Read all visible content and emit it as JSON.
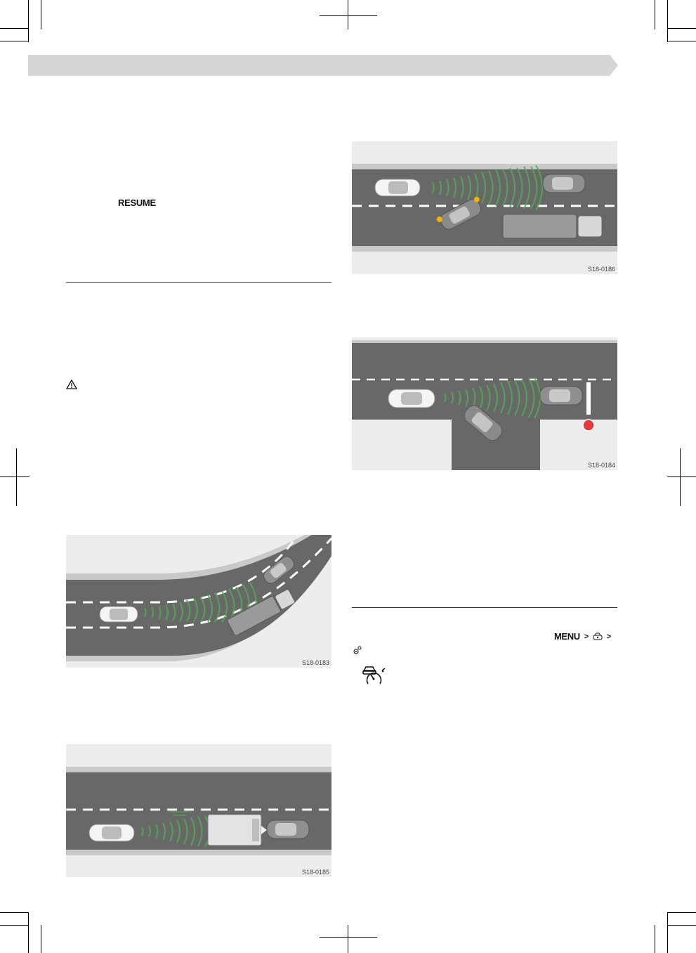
{
  "controls": {
    "resume_label": "RESUME"
  },
  "menu_path": {
    "menu_label": "MENU",
    "separator": ">"
  },
  "figures": [
    {
      "code": "S18-0186"
    },
    {
      "code": "S18-0184"
    },
    {
      "code": "S18-0183"
    },
    {
      "code": "S18-0185"
    }
  ],
  "icons": {
    "warning": "warning-triangle-icon",
    "car_settings": "car-settings-icon",
    "settings": "gear-icon",
    "cruise_control": "cruise-control-icon"
  },
  "colors": {
    "header_bar": "#d6d6d6",
    "road": "#686868",
    "figure_bg": "#ededed",
    "radar": "#4caf50",
    "stop_sign": "#e0393e",
    "turn_signal": "#f0b400"
  }
}
